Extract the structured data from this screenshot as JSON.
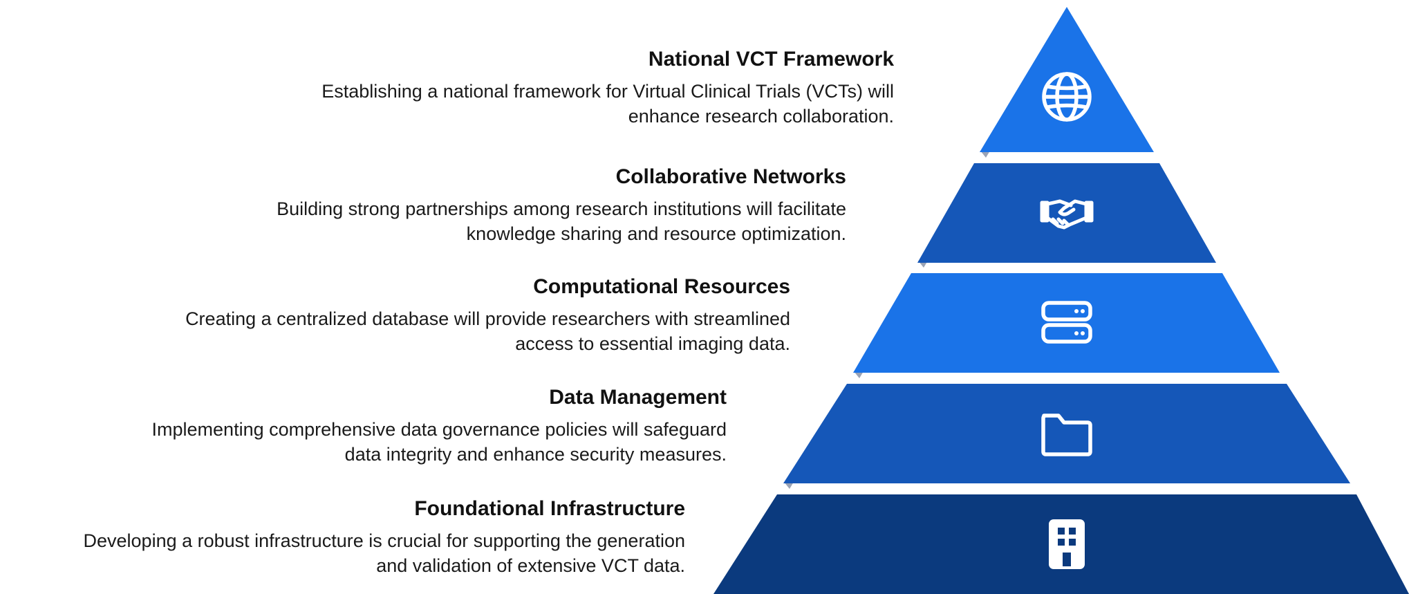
{
  "layers": [
    {
      "title": "National VCT Framework",
      "description": "Establishing a national framework for Virtual Clinical Trials (VCTs) will\nenhance research collaboration.",
      "icon": "globe-icon",
      "color": "#1a73e8"
    },
    {
      "title": "Collaborative Networks",
      "description": "Building strong partnerships among research institutions will facilitate\nknowledge sharing and resource optimization.",
      "icon": "handshake-icon",
      "color": "#1557b8"
    },
    {
      "title": "Computational Resources",
      "description": "Creating a centralized database will provide researchers with streamlined\naccess to essential imaging data.",
      "icon": "server-icon",
      "color": "#1a73e8"
    },
    {
      "title": "Data Management",
      "description": "Implementing comprehensive data governance policies will safeguard\ndata integrity and enhance security measures.",
      "icon": "folder-icon",
      "color": "#1557b8"
    },
    {
      "title": "Foundational Infrastructure",
      "description": "Developing a robust infrastructure is crucial for supporting the generation\nand validation of extensive VCT data.",
      "icon": "building-icon",
      "color": "#0b3a7e"
    }
  ]
}
